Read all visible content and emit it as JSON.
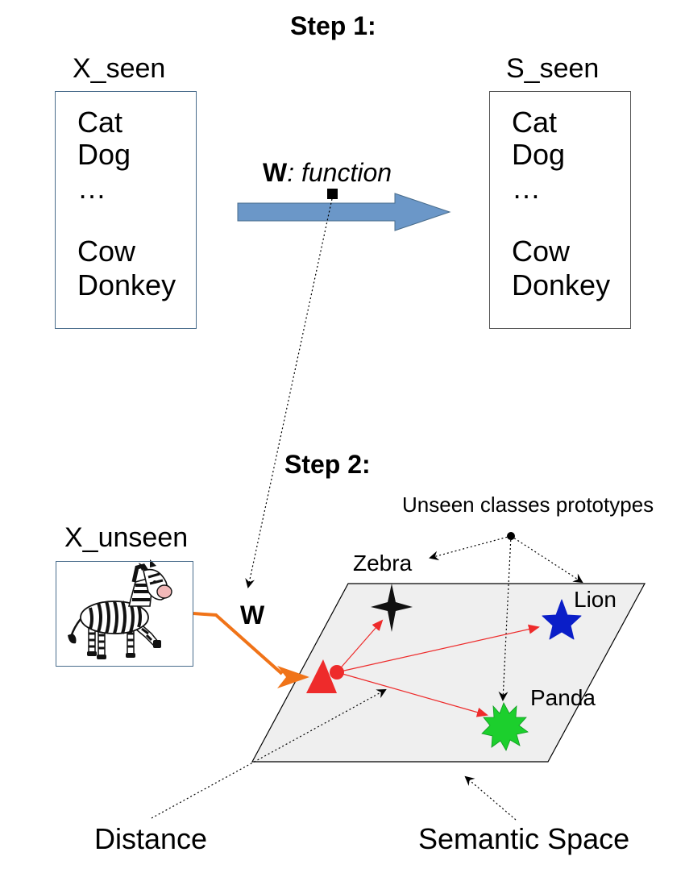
{
  "step1": {
    "title": "Step 1:"
  },
  "x_seen": {
    "title": "X_seen",
    "items": [
      "Cat",
      "Dog",
      "…",
      "Cow",
      "Donkey"
    ]
  },
  "s_seen": {
    "title": "S_seen",
    "items": [
      "Cat",
      "Dog",
      "…",
      "Cow",
      "Donkey"
    ]
  },
  "mapping": {
    "symbol": "W",
    "text": ": function"
  },
  "step2": {
    "title": "Step 2:"
  },
  "x_unseen": {
    "title": "X_unseen"
  },
  "w_label": "W",
  "prototypes_label": "Unseen classes prototypes",
  "classes": {
    "zebra": "Zebra",
    "lion": "Lion",
    "panda": "Panda"
  },
  "distance_label": "Distance",
  "space_label": "Semantic Space",
  "colors": {
    "arrow_blue": "#6b97c8",
    "arrow_orange": "#f07318",
    "plane": "#efefef",
    "red": "#ee2b2b",
    "lion_star": "#0a1ec8",
    "panda_burst": "#1ccf2d",
    "zebra_star": "#111111"
  }
}
